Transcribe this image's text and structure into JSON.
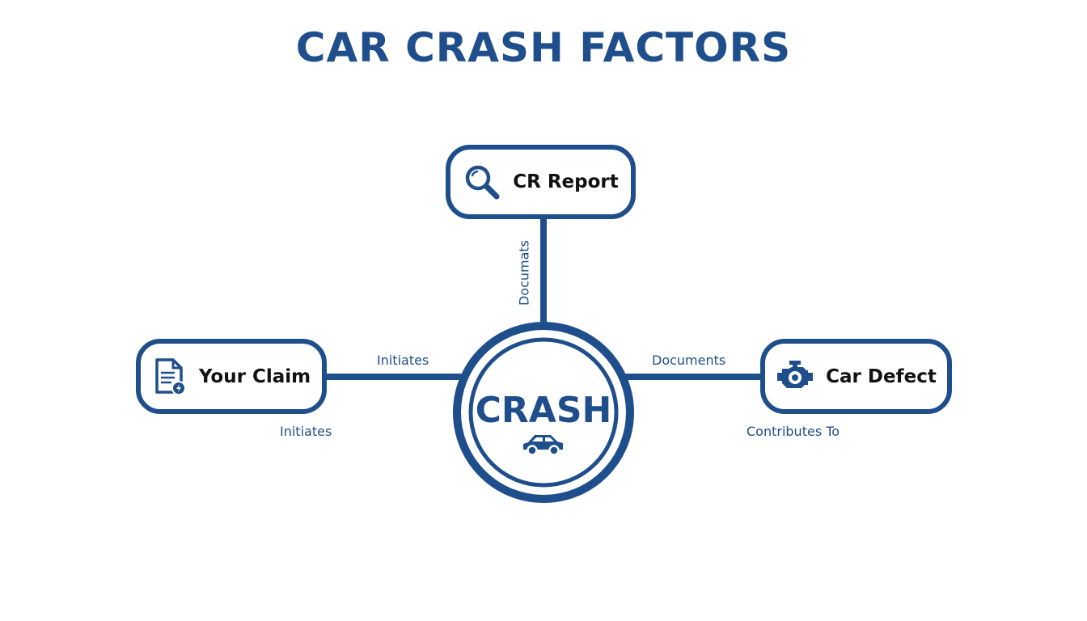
{
  "title": "CAR CRASH FACTORS",
  "colors": {
    "primary": "#1f4e8c",
    "text": "#111111",
    "background": "#ffffff"
  },
  "center": {
    "label": "CRASH",
    "icon": "car-icon"
  },
  "nodes": {
    "top": {
      "label": "CR Report",
      "icon": "magnifier-icon"
    },
    "left": {
      "label": "Your Claim",
      "icon": "document-icon"
    },
    "right": {
      "label": "Car Defect",
      "icon": "engine-icon"
    }
  },
  "edges": {
    "top": "Documats",
    "left_above": "Initiates",
    "left_below": "Initiates",
    "right_above": "Documents",
    "right_below": "Contributes To"
  }
}
